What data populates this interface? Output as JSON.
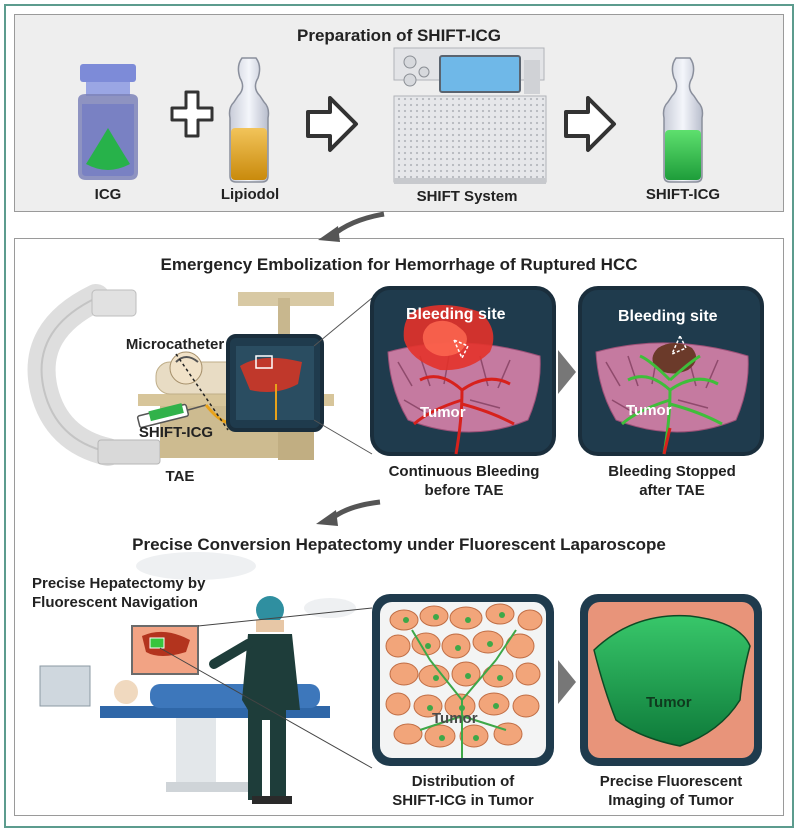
{
  "colors": {
    "frame": "#5c9c8e",
    "icg_green": "#2db34a",
    "lipiodol": "#e2a41a",
    "inset_bg": "#1f3b4d",
    "tissue_pink": "#c57aa0"
  },
  "prep": {
    "title": "Preparation of SHIFT-ICG",
    "items": [
      "ICG",
      "Lipiodol",
      "SHIFT System",
      "SHIFT-ICG"
    ]
  },
  "embolization": {
    "title": "Emergency Embolization for Hemorrhage of Ruptured HCC",
    "labels": {
      "microcatheter": "Microcatheter",
      "shift_icg": "SHIFT-ICG",
      "tae": "TAE"
    },
    "inset1": {
      "site": "Bleeding site",
      "tumor": "Tumor",
      "caption_line1": "Continuous Bleeding",
      "caption_line2": "before TAE"
    },
    "inset2": {
      "site": "Bleeding site",
      "tumor": "Tumor",
      "caption_line1": "Bleeding Stopped",
      "caption_line2": "after TAE"
    }
  },
  "hepatectomy": {
    "title": "Precise Conversion Hepatectomy under Fluorescent Laparoscope",
    "navigation_line1": "Precise Hepatectomy by",
    "navigation_line2": "Fluorescent Navigation",
    "inset1": {
      "tumor": "Tumor",
      "caption_line1": "Distribution of",
      "caption_line2": "SHIFT-ICG in Tumor"
    },
    "inset2": {
      "tumor": "Tumor",
      "caption_line1": "Precise Fluorescent",
      "caption_line2": "Imaging of Tumor"
    }
  }
}
